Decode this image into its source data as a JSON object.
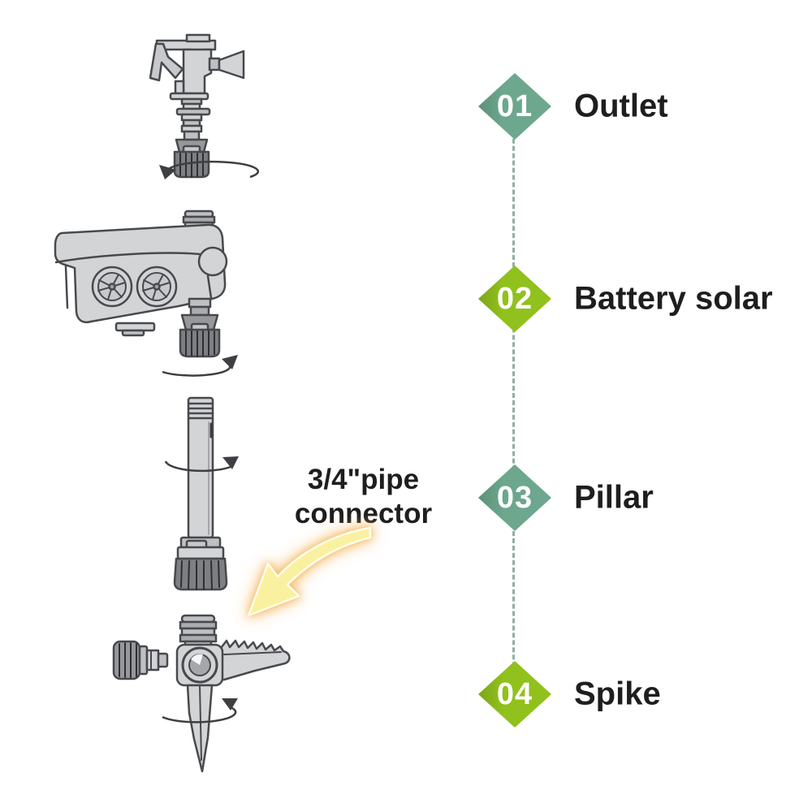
{
  "steps": [
    {
      "number": "01",
      "label": "Outlet",
      "color": "#6CA78E"
    },
    {
      "number": "02",
      "label": "Battery solar",
      "color": "#91C11D"
    },
    {
      "number": "03",
      "label": "Pillar",
      "color": "#6CA78E"
    },
    {
      "number": "04",
      "label": "Spike",
      "color": "#91C11D"
    }
  ],
  "annotation": {
    "line1": "3/4\"pipe",
    "line2": "connector"
  },
  "colors": {
    "connector_line": "#93AEA6",
    "label_text": "#1E1E1E",
    "number_text": "#FFFFFF",
    "arrow_fill": "#FAF1A0",
    "arrow_edge": "#FFFDEC",
    "arrow_glow": "#F6BE6E",
    "drawing_outline": "#48494D",
    "drawing_fill": "#D3D4D6",
    "drawing_dark_fill": "#7E7F83"
  },
  "drawings": {
    "outlet": "impact-sprinkler-head-drawing",
    "battery_solar": "solar-battery-unit-drawing",
    "pillar": "riser-pipe-drawing",
    "spike": "ground-spike-drawing",
    "rotation": "rotation-arrow-icon",
    "highlight": "highlight-arrow-icon"
  }
}
